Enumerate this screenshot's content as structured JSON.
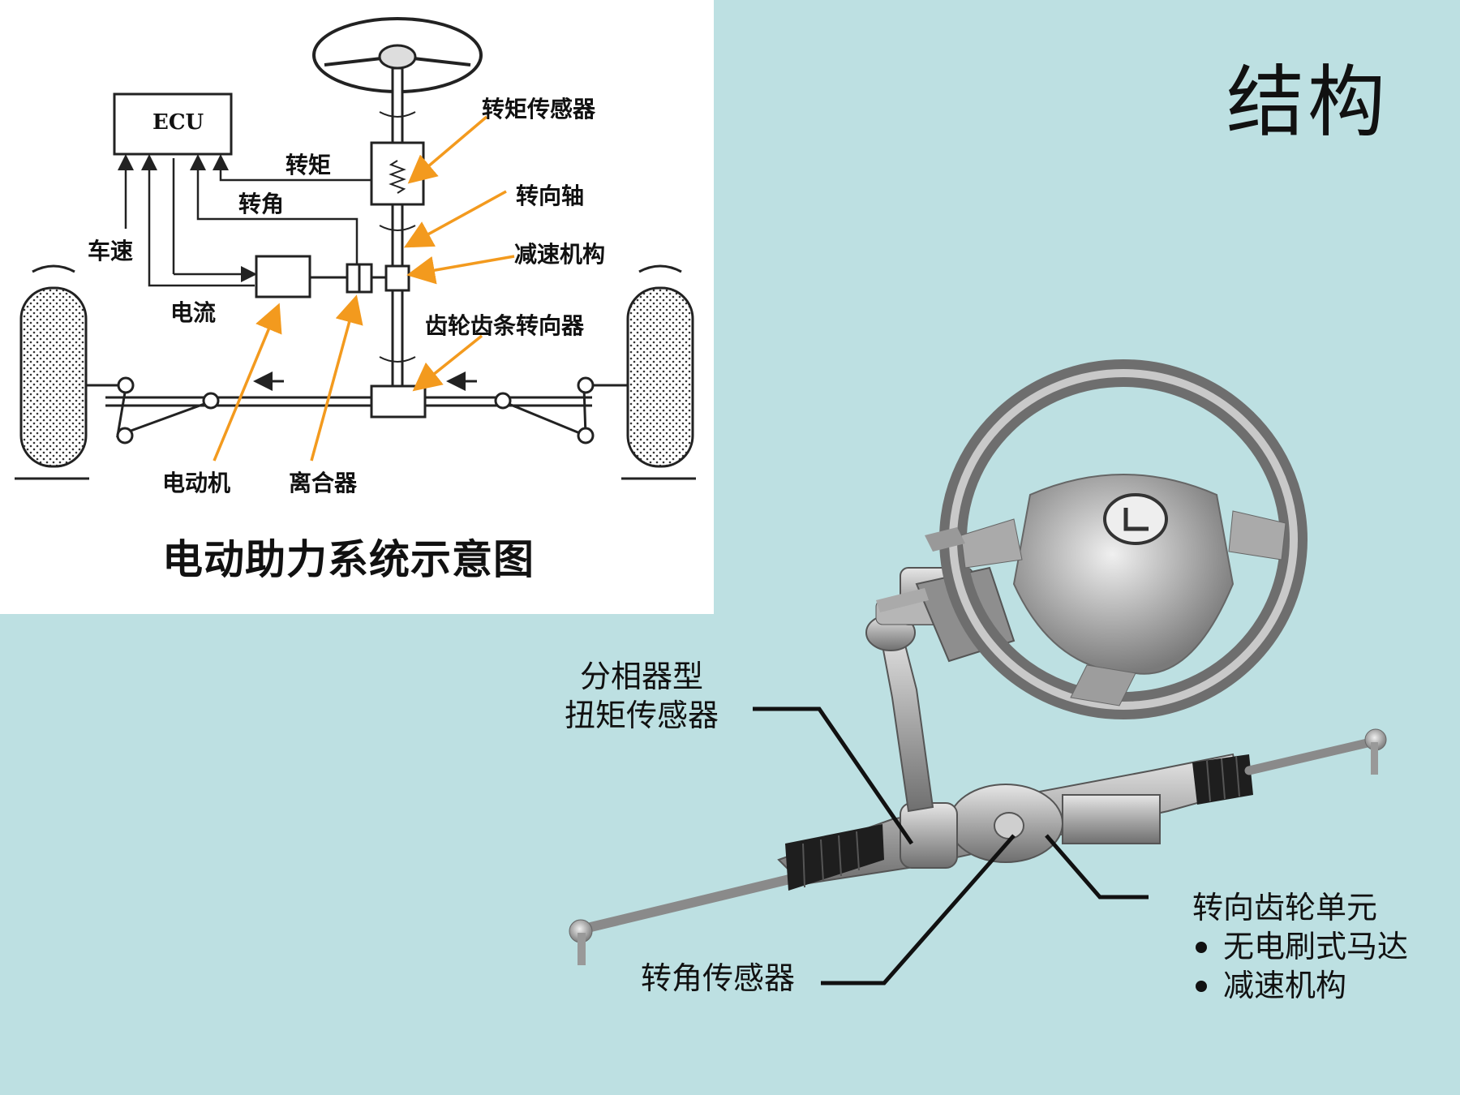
{
  "slide_title": "结构",
  "diagram": {
    "caption": "电动助力系统示意图",
    "ecu_label": "ECU",
    "labels": {
      "torque_sensor": "转矩传感器",
      "torque": "转矩",
      "steering_shaft": "转向轴",
      "angle": "转角",
      "reduction_mechanism": "减速机构",
      "vehicle_speed": "车速",
      "current": "电流",
      "rack_pinion": "齿轮齿条转向器",
      "motor": "电动机",
      "clutch": "离合器"
    }
  },
  "photo_callouts": {
    "resolver_torque_sensor": [
      "分相器型",
      "扭矩传感器"
    ],
    "angle_sensor": "转角传感器",
    "gear_unit": {
      "title": "转向齿轮单元",
      "items": [
        "无电刷式马达",
        "减速机构"
      ]
    }
  }
}
